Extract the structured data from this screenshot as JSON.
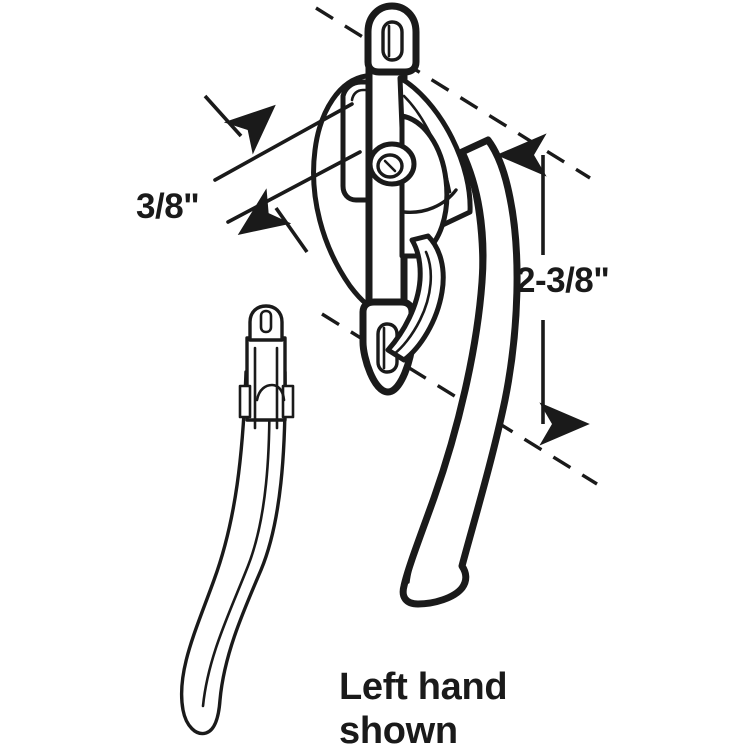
{
  "figure": {
    "title": "Casement window lock handle",
    "background_color": "#ffffff",
    "ink_color": "#1a1a1a"
  },
  "dimensions": {
    "thickness": {
      "label": "3/8\"",
      "icon": "double-leader-arrow",
      "position": "left",
      "describes": "handle base thickness"
    },
    "hole_spacing": {
      "label": "2-3/8\"",
      "icon": "vertical-dimension-arrow",
      "position": "right",
      "describes": "mounting hole center-to-center spacing"
    }
  },
  "caption": {
    "line1": "Left hand",
    "line2": "shown"
  },
  "parts": [
    {
      "name": "lock-body-assembly",
      "description": "Casement lock housing with upper and lower mounting tabs, pivot rivet and curved lever handle"
    },
    {
      "name": "companion-handle",
      "description": "Separate curved handle lever with rounded slotted head and side tabs"
    }
  ],
  "features": {
    "upper_mounting_slot": "oblong screw slot",
    "lower_mounting_slot": "oblong screw slot",
    "pivot": "riveted pivot boss",
    "cam_hook": "locking cam hook"
  }
}
